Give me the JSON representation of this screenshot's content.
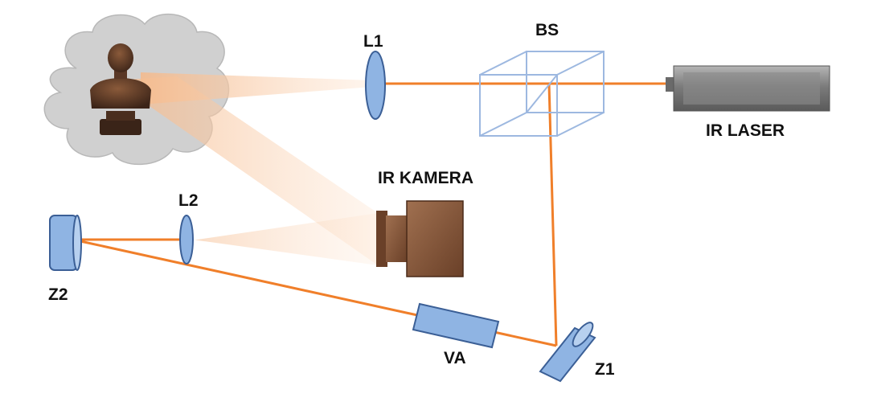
{
  "labels": {
    "l1": "L1",
    "bs": "BS",
    "ir_laser": "IR LASER",
    "ir_kamera": "IR KAMERA",
    "l2": "L2",
    "z2": "Z2",
    "va": "VA",
    "z1": "Z1"
  },
  "colors": {
    "laser_beam": "#f07f2a",
    "light_cone": "#f9c9a3",
    "optics_fill": "#8fb4e3",
    "optics_stroke": "#3b5f96",
    "beamsplitter": "#9db8e0",
    "camera": "#8b5a3c",
    "laser_body": "#8e8e8e",
    "cloud": "#cfcfcf"
  },
  "icons": {
    "object": "bust-statue-icon",
    "scene": "cloud-icon",
    "camera": "camera-icon",
    "laser": "laser-icon"
  }
}
